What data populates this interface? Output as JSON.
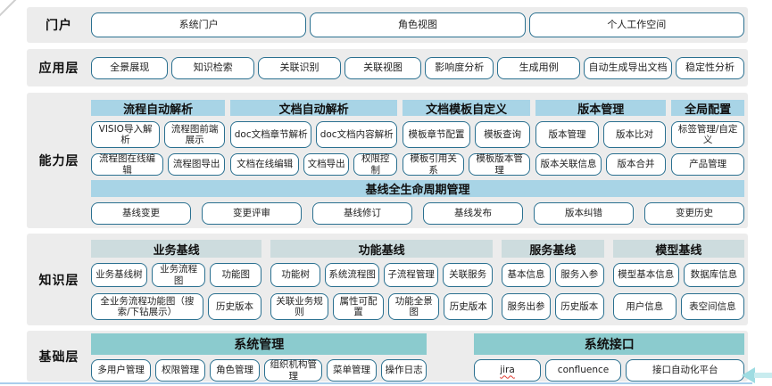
{
  "colors": {
    "band_bg": "#ececec",
    "button_border": "#2a7090",
    "capability_header_bg": "#a8d4e6",
    "knowledge_header_bg": "#cddcde",
    "foundation_header_bg": "#8bcbce",
    "baseline_band_bg": "#a8d4e6",
    "bottom_line": "#a9cdec",
    "arrow": "#9edce2",
    "spellcheck_underline": "#e03c31"
  },
  "portal": {
    "label": "门户",
    "buttons": [
      "系统门户",
      "角色视图",
      "个人工作空间"
    ]
  },
  "application": {
    "label": "应用层",
    "buttons": [
      {
        "t": "全景展现",
        "w": 1
      },
      {
        "t": "知识检索",
        "w": 1.08
      },
      {
        "t": "关联识别",
        "w": 1.08
      },
      {
        "t": "关联视图",
        "w": 1
      },
      {
        "t": "影响度分析",
        "w": 0.88
      },
      {
        "t": "生成用例",
        "w": 1.08
      },
      {
        "t": "自动生成导出文档",
        "w": 1.16
      },
      {
        "t": "稳定性分析",
        "w": 0.88
      }
    ]
  },
  "capability": {
    "label": "能力层",
    "groups": [
      {
        "header": "流程自动解析",
        "flex": 147,
        "rows": [
          [
            {
              "t": "VISIO导入解析",
              "w": 1.15
            },
            {
              "t": "流程图前端展示",
              "w": 1
            }
          ],
          [
            {
              "t": "流程图在线编辑",
              "w": 1.3
            },
            {
              "t": "流程图导出",
              "w": 1
            }
          ]
        ]
      },
      {
        "header": "文档自动解析",
        "flex": 183,
        "rows": [
          [
            {
              "t": "doc文档章节解析",
              "w": 1
            },
            {
              "t": "doc文档内容解析",
              "w": 1
            }
          ],
          [
            {
              "t": "文档在线编辑",
              "w": 1.6
            },
            {
              "t": "文档导出",
              "w": 1
            },
            {
              "t": "权限控制",
              "w": 0.95
            }
          ]
        ]
      },
      {
        "header": "文档模板自定义",
        "flex": 140,
        "rows": [
          [
            {
              "t": "模板章节配置",
              "w": 1.25
            },
            {
              "t": "模板查询",
              "w": 1
            }
          ],
          [
            {
              "t": "模板引用关系",
              "w": 1
            },
            {
              "t": "模板版本管理",
              "w": 1
            }
          ]
        ]
      },
      {
        "header": "版本管理",
        "flex": 143,
        "rows": [
          [
            {
              "t": "版本管理",
              "w": 1
            },
            {
              "t": "版本比对",
              "w": 1
            }
          ],
          [
            {
              "t": "版本关联信息",
              "w": 1.1
            },
            {
              "t": "版本合并",
              "w": 1
            }
          ]
        ]
      },
      {
        "header": "全局配置",
        "flex": 80,
        "rows": [
          [
            {
              "t": "标签管理/自定义",
              "w": 1
            }
          ],
          [
            {
              "t": "产品管理",
              "w": 1
            }
          ]
        ]
      }
    ],
    "baseline": {
      "header": "基线全生命周期管理",
      "items": [
        "基线变更",
        "变更评审",
        "基线修订",
        "基线发布",
        "版本纠错",
        "变更历史"
      ]
    }
  },
  "knowledge": {
    "label": "知识层",
    "groups": [
      {
        "header": "业务基线",
        "flex": 192,
        "rows": [
          [
            {
              "t": "业务基线树",
              "w": 1.1
            },
            {
              "t": "业务流程图",
              "w": 1.05
            },
            {
              "t": "功能图",
              "w": 1
            }
          ],
          [
            {
              "t": "全业务流程功能图（搜索/下钻展示）",
              "w": 2.25
            },
            {
              "t": "历史版本",
              "w": 1
            }
          ]
        ]
      },
      {
        "header": "功能基线",
        "flex": 250,
        "rows": [
          [
            {
              "t": "功能树",
              "w": 0.95
            },
            {
              "t": "系统流程图",
              "w": 1.05
            },
            {
              "t": "子流程管理",
              "w": 1.05
            },
            {
              "t": "关联服务",
              "w": 0.95
            }
          ],
          [
            {
              "t": "关联业务规则",
              "w": 1.15
            },
            {
              "t": "属性可配置",
              "w": 1
            },
            {
              "t": "功能全景图",
              "w": 1
            },
            {
              "t": "历史版本",
              "w": 0.95
            }
          ]
        ]
      },
      {
        "header": "服务基线",
        "flex": 115,
        "rows": [
          [
            {
              "t": "基本信息",
              "w": 1
            },
            {
              "t": "服务入参",
              "w": 1
            }
          ],
          [
            {
              "t": "服务出参",
              "w": 1
            },
            {
              "t": "历史版本",
              "w": 1
            }
          ]
        ]
      },
      {
        "header": "模型基线",
        "flex": 148,
        "rows": [
          [
            {
              "t": "模型基本信息",
              "w": 1.1
            },
            {
              "t": "数据库信息",
              "w": 1
            }
          ],
          [
            {
              "t": "用户信息",
              "w": 1
            },
            {
              "t": "表空间信息",
              "w": 1
            }
          ]
        ]
      }
    ]
  },
  "foundation": {
    "label": "基础层",
    "spellcheck_flagged": [
      "jira"
    ],
    "groups": [
      {
        "header": "系统管理",
        "flex": 372,
        "rows": [
          [
            {
              "t": "多用户管理",
              "w": 1.25
            },
            {
              "t": "权限管理",
              "w": 1
            },
            {
              "t": "角色管理",
              "w": 1.02
            },
            {
              "t": "组织机构管理",
              "w": 1.2
            },
            {
              "t": "菜单管理",
              "w": 1
            },
            {
              "t": "操作日志",
              "w": 0.92
            }
          ]
        ]
      },
      {
        "header": "系统接口",
        "flex": 299,
        "rows": [
          [
            {
              "t": "jira",
              "w": 0.85
            },
            {
              "t": "confluence",
              "w": 1
            },
            {
              "t": "接口自动化平台",
              "w": 1.6
            }
          ]
        ]
      }
    ]
  }
}
